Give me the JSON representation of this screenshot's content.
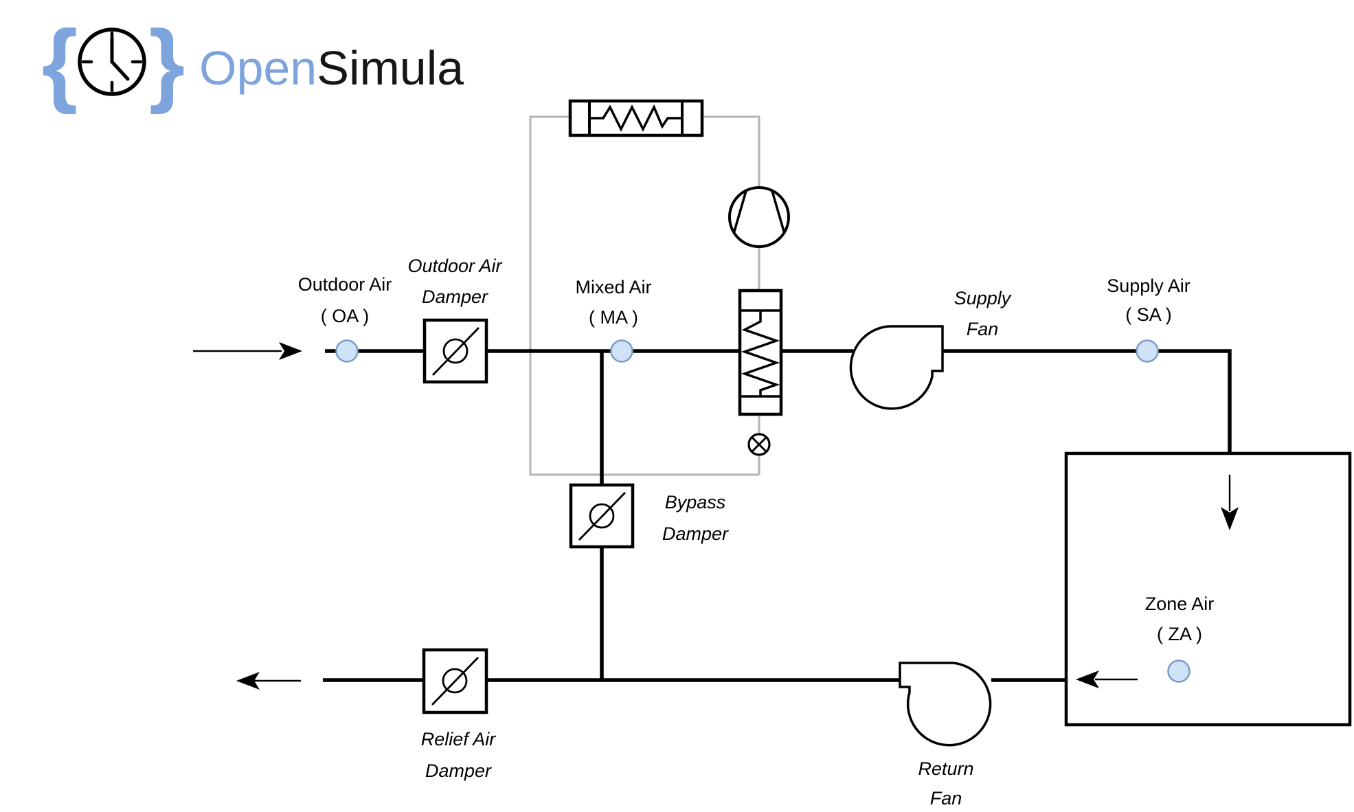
{
  "logo": {
    "brace_left": "{",
    "brace_right": "}",
    "name_part1": "Open",
    "name_part2": "Simula",
    "blue": "#7da4dc"
  },
  "colors": {
    "line": "#000000",
    "bypass_loop_gray": "#b3b3b3",
    "node_fill": "#cfe2f7",
    "node_stroke": "#7a9cc9",
    "background": "#ffffff"
  },
  "labels": {
    "outdoor_air": {
      "title": "Outdoor Air",
      "code": "( OA )"
    },
    "outdoor_air_damper": {
      "line1": "Outdoor Air",
      "line2": "Damper"
    },
    "mixed_air": {
      "title": "Mixed Air",
      "code": "( MA )"
    },
    "supply_fan": {
      "line1": "Supply",
      "line2": "Fan"
    },
    "supply_air": {
      "title": "Supply Air",
      "code": "( SA )"
    },
    "zone_air": {
      "title": "Zone Air",
      "code": "( ZA )"
    },
    "bypass_damper": {
      "line1": "Bypass",
      "line2": "Damper"
    },
    "relief_air_damper": {
      "line1": "Relief Air",
      "line2": "Damper"
    },
    "return_fan": {
      "line1": "Return",
      "line2": "Fan"
    }
  }
}
